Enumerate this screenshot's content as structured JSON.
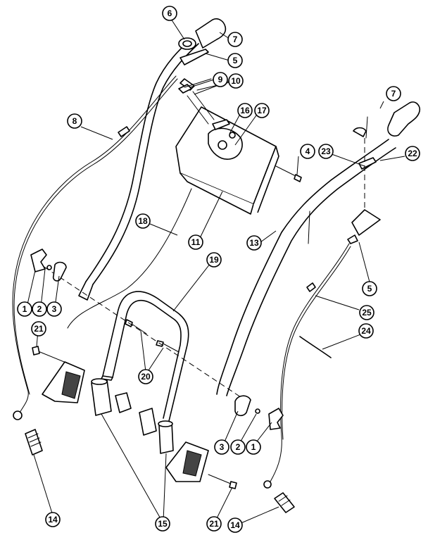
{
  "callouts": {
    "c6": "6",
    "c7a": "7",
    "c5a": "5",
    "c9": "9",
    "c10": "10",
    "c8": "8",
    "c16": "16",
    "c17": "17",
    "c7b": "7",
    "c4": "4",
    "c23": "23",
    "c22": "22",
    "c18": "18",
    "c11": "11",
    "c13": "13",
    "c19": "19",
    "c1a": "1",
    "c2a": "2",
    "c3a": "3",
    "c5b": "5",
    "c25": "25",
    "c24": "24",
    "c21a": "21",
    "c20": "20",
    "c3b": "3",
    "c2b": "2",
    "c1b": "1",
    "c14a": "14",
    "c15": "15",
    "c21b": "21",
    "c14b": "14"
  }
}
